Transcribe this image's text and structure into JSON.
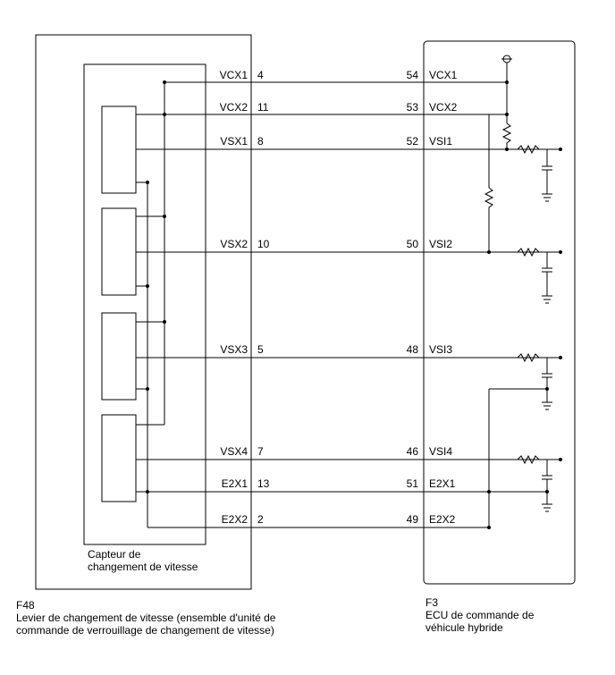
{
  "left_component": {
    "code": "F48",
    "name_line1": "Levier de changement de vitesse (ensemble d'unité de",
    "name_line2": "commande de verrouillage de changement de vitesse)",
    "sensor_line1": "Capteur de",
    "sensor_line2": "changement de vitesse"
  },
  "right_component": {
    "code": "F3",
    "name_line1": "ECU de commande de",
    "name_line2": "véhicule hybride"
  },
  "wires": [
    {
      "left_label": "VCX1",
      "left_pin": "4",
      "right_pin": "54",
      "right_label": "VCX1"
    },
    {
      "left_label": "VCX2",
      "left_pin": "11",
      "right_pin": "53",
      "right_label": "VCX2"
    },
    {
      "left_label": "VSX1",
      "left_pin": "8",
      "right_pin": "52",
      "right_label": "VSI1"
    },
    {
      "left_label": "VSX2",
      "left_pin": "10",
      "right_pin": "50",
      "right_label": "VSI2"
    },
    {
      "left_label": "VSX3",
      "left_pin": "5",
      "right_pin": "48",
      "right_label": "VSI3"
    },
    {
      "left_label": "VSX4",
      "left_pin": "7",
      "right_pin": "46",
      "right_label": "VSI4"
    },
    {
      "left_label": "E2X1",
      "left_pin": "13",
      "right_pin": "51",
      "right_label": "E2X1"
    },
    {
      "left_label": "E2X2",
      "left_pin": "2",
      "right_pin": "49",
      "right_label": "E2X2"
    }
  ]
}
